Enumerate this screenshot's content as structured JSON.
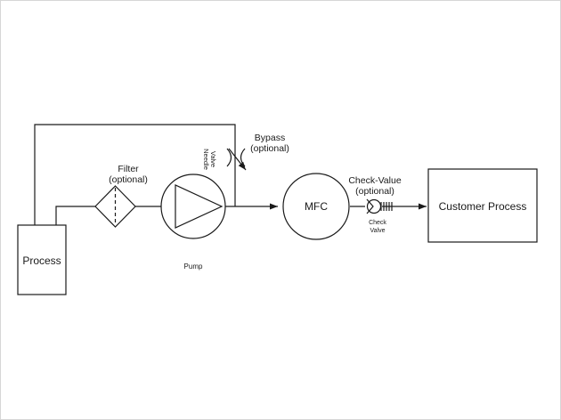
{
  "diagram": {
    "process_label": "Process",
    "filter": {
      "title": "Filter",
      "subtitle": "(optional)"
    },
    "pump_label": "Pump",
    "bypass": {
      "title": "Bypass",
      "subtitle": "(optional)"
    },
    "needle_valve": {
      "line1": "Needle",
      "line2": "Valve"
    },
    "mfc_label": "MFC",
    "check_value": {
      "title": "Check-Value",
      "subtitle": "(optional)"
    },
    "check_valve": {
      "line1": "Check",
      "line2": "Valve"
    },
    "customer_process_label": "Customer Process"
  }
}
